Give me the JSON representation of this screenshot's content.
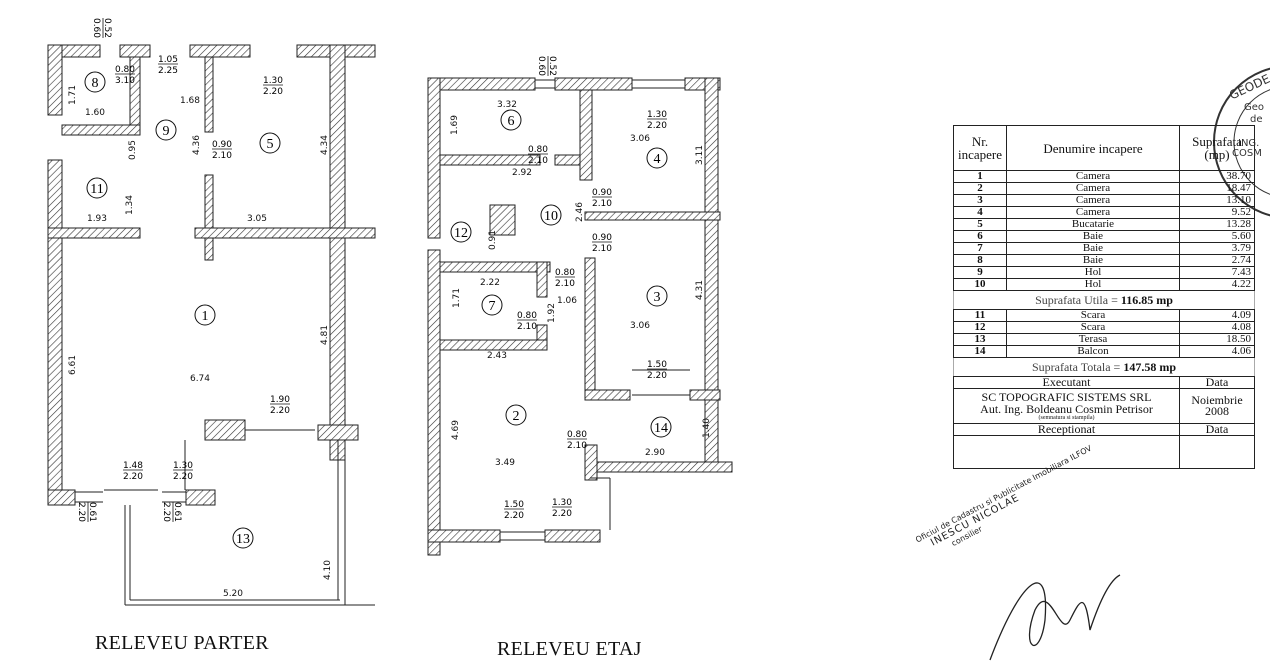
{
  "ground_floor": {
    "title": "RELEVEU PARTER",
    "rooms": [
      "1",
      "5",
      "8",
      "9",
      "11",
      "13"
    ],
    "dimensions": [
      "1.71",
      "1.60",
      "1.68",
      "4.36",
      "4.34",
      "0.95",
      "1.34",
      "1.93",
      "3.05",
      "6.61",
      "4.81",
      "6.74",
      "4.10",
      "5.20"
    ],
    "openings": [
      {
        "w": "0.52",
        "h": "0.60"
      },
      {
        "w": "1.05",
        "h": "2.25"
      },
      {
        "w": "0.80",
        "h": "3.10"
      },
      {
        "w": "1.30",
        "h": "2.20"
      },
      {
        "w": "0.90",
        "h": "2.10"
      },
      {
        "w": "1.90",
        "h": "2.20"
      },
      {
        "w": "1.48",
        "h": "2.20"
      },
      {
        "w": "1.30",
        "h": "2.20"
      },
      {
        "w": "0.61",
        "h": "2.20"
      },
      {
        "w": "0.61",
        "h": "2.20"
      }
    ]
  },
  "upper_floor": {
    "title": "RELEVEU ETAJ",
    "rooms": [
      "2",
      "3",
      "4",
      "6",
      "7",
      "10",
      "12",
      "14"
    ],
    "dimensions": [
      "3.32",
      "1.69",
      "3.06",
      "3.11",
      "2.92",
      "2.46",
      "0.91",
      "2.22",
      "1.71",
      "1.06",
      "1.92",
      "4.31",
      "3.06",
      "2.43",
      "1.40",
      "4.69",
      "2.90",
      "3.49"
    ],
    "openings": [
      {
        "w": "0.52",
        "h": "0.60"
      },
      {
        "w": "1.30",
        "h": "2.20"
      },
      {
        "w": "0.80",
        "h": "2.10"
      },
      {
        "w": "0.90",
        "h": "2.10"
      },
      {
        "w": "0.90",
        "h": "2.10"
      },
      {
        "w": "0.80",
        "h": "2.10"
      },
      {
        "w": "0.80",
        "h": "2.10"
      },
      {
        "w": "1.50",
        "h": "2.20"
      },
      {
        "w": "0.80",
        "h": "2.10"
      },
      {
        "w": "1.50",
        "h": "2.20"
      },
      {
        "w": "1.30",
        "h": "2.20"
      }
    ]
  },
  "table": {
    "headers": [
      "Nr. incapere",
      "Denumire incapere",
      "Suprafata (mp)"
    ],
    "rows_useful": [
      {
        "nr": "1",
        "name": "Camera",
        "area": "38.70"
      },
      {
        "nr": "2",
        "name": "Camera",
        "area": "18.47"
      },
      {
        "nr": "3",
        "name": "Camera",
        "area": "13.10"
      },
      {
        "nr": "4",
        "name": "Camera",
        "area": "9.52"
      },
      {
        "nr": "5",
        "name": "Bucatarie",
        "area": "13.28"
      },
      {
        "nr": "6",
        "name": "Baie",
        "area": "5.60"
      },
      {
        "nr": "7",
        "name": "Baie",
        "area": "3.79"
      },
      {
        "nr": "8",
        "name": "Baie",
        "area": "2.74"
      },
      {
        "nr": "9",
        "name": "Hol",
        "area": "7.43"
      },
      {
        "nr": "10",
        "name": "Hol",
        "area": "4.22"
      }
    ],
    "useful_label": "Suprafata Utila =",
    "useful_value": "116.85 mp",
    "rows_other": [
      {
        "nr": "11",
        "name": "Scara",
        "area": "4.09"
      },
      {
        "nr": "12",
        "name": "Scara",
        "area": "4.08"
      },
      {
        "nr": "13",
        "name": "Terasa",
        "area": "18.50"
      },
      {
        "nr": "14",
        "name": "Balcon",
        "area": "4.06"
      }
    ],
    "total_label": "Suprafata Totala =",
    "total_value": "147.58 mp",
    "executant_label": "Executant",
    "date_label": "Data",
    "company": "SC TOPOGRAFIC SISTEMS SRL",
    "author": "Aut. Ing. Boldeanu Cosmin Petrisor",
    "signature_note": "(semnatura si stampila)",
    "date_value": "Noiembrie 2008",
    "received_label": "Receptionat",
    "received_date_label": "Data"
  },
  "stamp": {
    "lines": [
      "GEODE",
      "Geo",
      "de",
      "ING.",
      "COSM"
    ]
  },
  "signature_stamp": {
    "lines": [
      "Oficiul de Cadastru si Publicitate Imobiliara ILFOV",
      "INESCU NICOLAE",
      "consilier"
    ]
  }
}
